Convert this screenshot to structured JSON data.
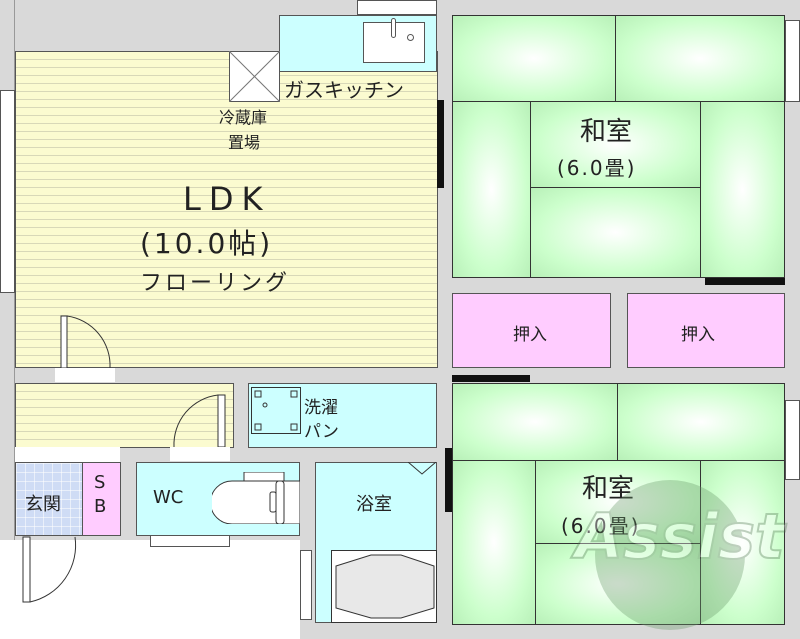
{
  "rooms": {
    "ldk": {
      "name": "LDK",
      "size": "(10.0帖)",
      "floor": "フローリング"
    },
    "kitchen": "ガスキッチン",
    "fridge": {
      "line1": "冷蔵庫",
      "line2": "置場"
    },
    "laundry": {
      "line1": "洗濯",
      "line2": "パン"
    },
    "wc": "WC",
    "bath": "浴室",
    "entrance": "玄関",
    "shoebox": {
      "line1": "S",
      "line2": "B"
    },
    "washitsu1": {
      "name": "和室",
      "size": "(6.0畳)"
    },
    "washitsu2": {
      "name": "和室",
      "size": "(6.0畳)"
    },
    "closet1": "押入",
    "closet2": "押入"
  },
  "watermark": "Assist",
  "colors": {
    "flooring": "#fbfbd0",
    "wet_area": "#ccffff",
    "closet": "#ffccff",
    "tatami": "#ccffcc",
    "entrance": "#cfdcf5",
    "wall": "#d9d9d9"
  }
}
